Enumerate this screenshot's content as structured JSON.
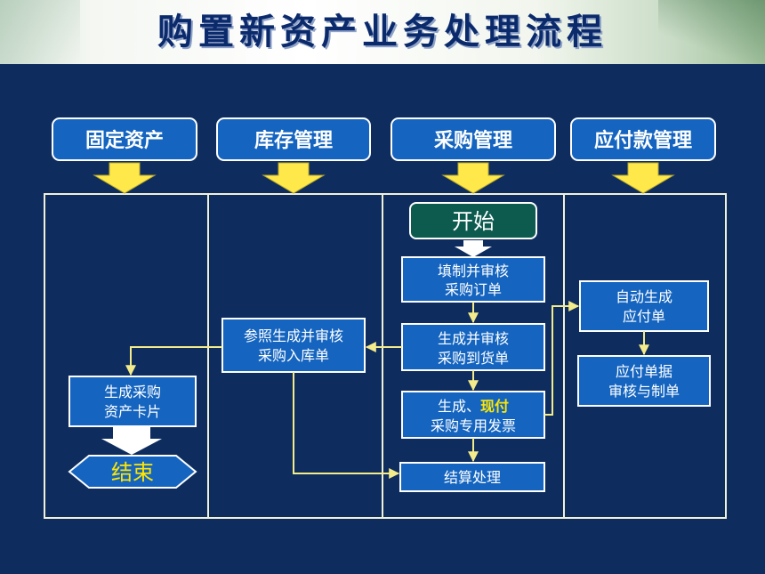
{
  "title": "购置新资产业务处理流程",
  "modules": {
    "fixed_assets": "固定资产",
    "inventory": "库存管理",
    "purchasing": "采购管理",
    "payables": "应付款管理"
  },
  "nodes": {
    "start": "开始",
    "fill_approve_order": [
      "填制并审核",
      "采购订单"
    ],
    "gen_approve_arrival": [
      "生成并审核",
      "采购到货单"
    ],
    "gen_invoice": [
      "生成、",
      "现付",
      "采购专用发票"
    ],
    "settlement": "结算处理",
    "ref_gen_receipt": [
      "参照生成并审核",
      "采购入库单"
    ],
    "gen_asset_card": [
      "生成采购",
      "资产卡片"
    ],
    "end": "结束",
    "auto_gen_payable": [
      "自动生成",
      "应付单"
    ],
    "payable_approve": [
      "应付单据",
      "审核与制单"
    ]
  },
  "colors": {
    "background": "#0e2d5e",
    "box_fill": "#1565c0",
    "box_border": "#ffffff",
    "header_fill": "#1565c0",
    "start_fill": "#0d5b4f",
    "arrow_fill": "#ffe94a",
    "connector": "#f4ec8a",
    "highlight_text": "#ffe600"
  }
}
